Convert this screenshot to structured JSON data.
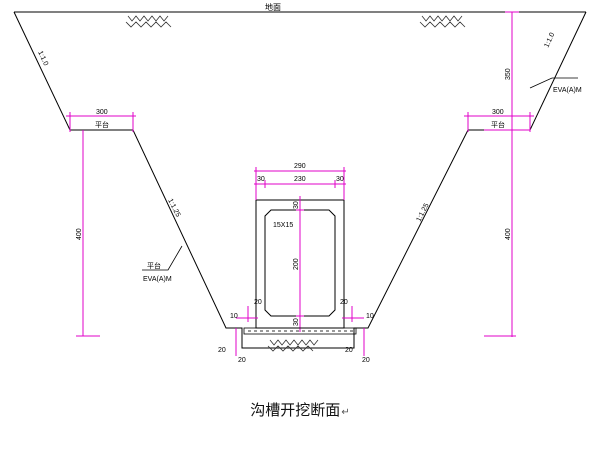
{
  "labels": {
    "ground": "地面",
    "left_slope_top": "1:1.0",
    "right_slope_top": "1:1.0",
    "right_depth_top": "350",
    "right_note": "EVA(A)M",
    "left_berm_w": "300",
    "left_berm_tag": "平台",
    "right_berm_w": "300",
    "right_berm_tag": "平台",
    "left_slope_low": "1:1.25",
    "right_slope_low": "1:1.25",
    "left_depth": "400",
    "right_depth": "400",
    "left_note_a": "平台",
    "left_note_b": "EVA(A)M",
    "box_width": "290",
    "box_wall_l": "30",
    "box_inner": "230",
    "box_wall_r": "30",
    "box_top": "30",
    "box_chamfer": "15X15",
    "box_height": "200",
    "box_bottom": "30",
    "foot_l_w": "10",
    "foot_l_h": "20",
    "foot_l_b": "20",
    "foot_l_c": "20",
    "foot_r_w": "10",
    "foot_r_h": "20",
    "foot_r_b": "20",
    "foot_r_c": "20"
  },
  "caption": "沟槽开挖断面",
  "caption_mark": "↵",
  "colors": {
    "line": "#000000",
    "dimension": "#e000c8",
    "hatch": "#333333"
  }
}
